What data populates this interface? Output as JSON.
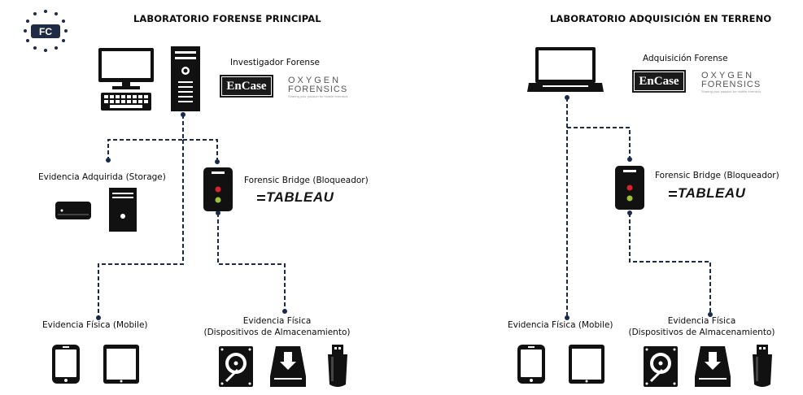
{
  "logo": {
    "text": "FC"
  },
  "left_lab": {
    "title": "LABORATORIO FORENSE PRINCIPAL",
    "investigator_label": "Investigador Forense",
    "storage_label": "Evidencia Adquirida (Storage)",
    "bridge_label": "Forensic Bridge (Bloqueador)",
    "mobile_label": "Evidencia Física (Mobile)",
    "storage_devices_label_1": "Evidencia Física",
    "storage_devices_label_2": "(Dispositivos de Almacenamiento)"
  },
  "right_lab": {
    "title": "LABORATORIO ADQUISICIÓN EN TERRENO",
    "acquisition_label": "Adquisición Forense",
    "bridge_label": "Forensic Bridge (Bloqueador)",
    "mobile_label": "Evidencia Física (Mobile)",
    "storage_devices_label_1": "Evidencia Física",
    "storage_devices_label_2": "(Dispositivos de Almacenamiento)"
  },
  "brands": {
    "encase": "EnCase",
    "oxygen_line1": "OXYGEN",
    "oxygen_line2": "FORENSICS",
    "oxygen_tagline": "Sharing your passion for mobile forensics",
    "tableau": "TABLEAU"
  },
  "colors": {
    "wire": "#1b2a4a",
    "icon": "#111111",
    "logo_bg": "#1f2a44",
    "led_red": "#d9232e",
    "led_green": "#9fc23a"
  }
}
